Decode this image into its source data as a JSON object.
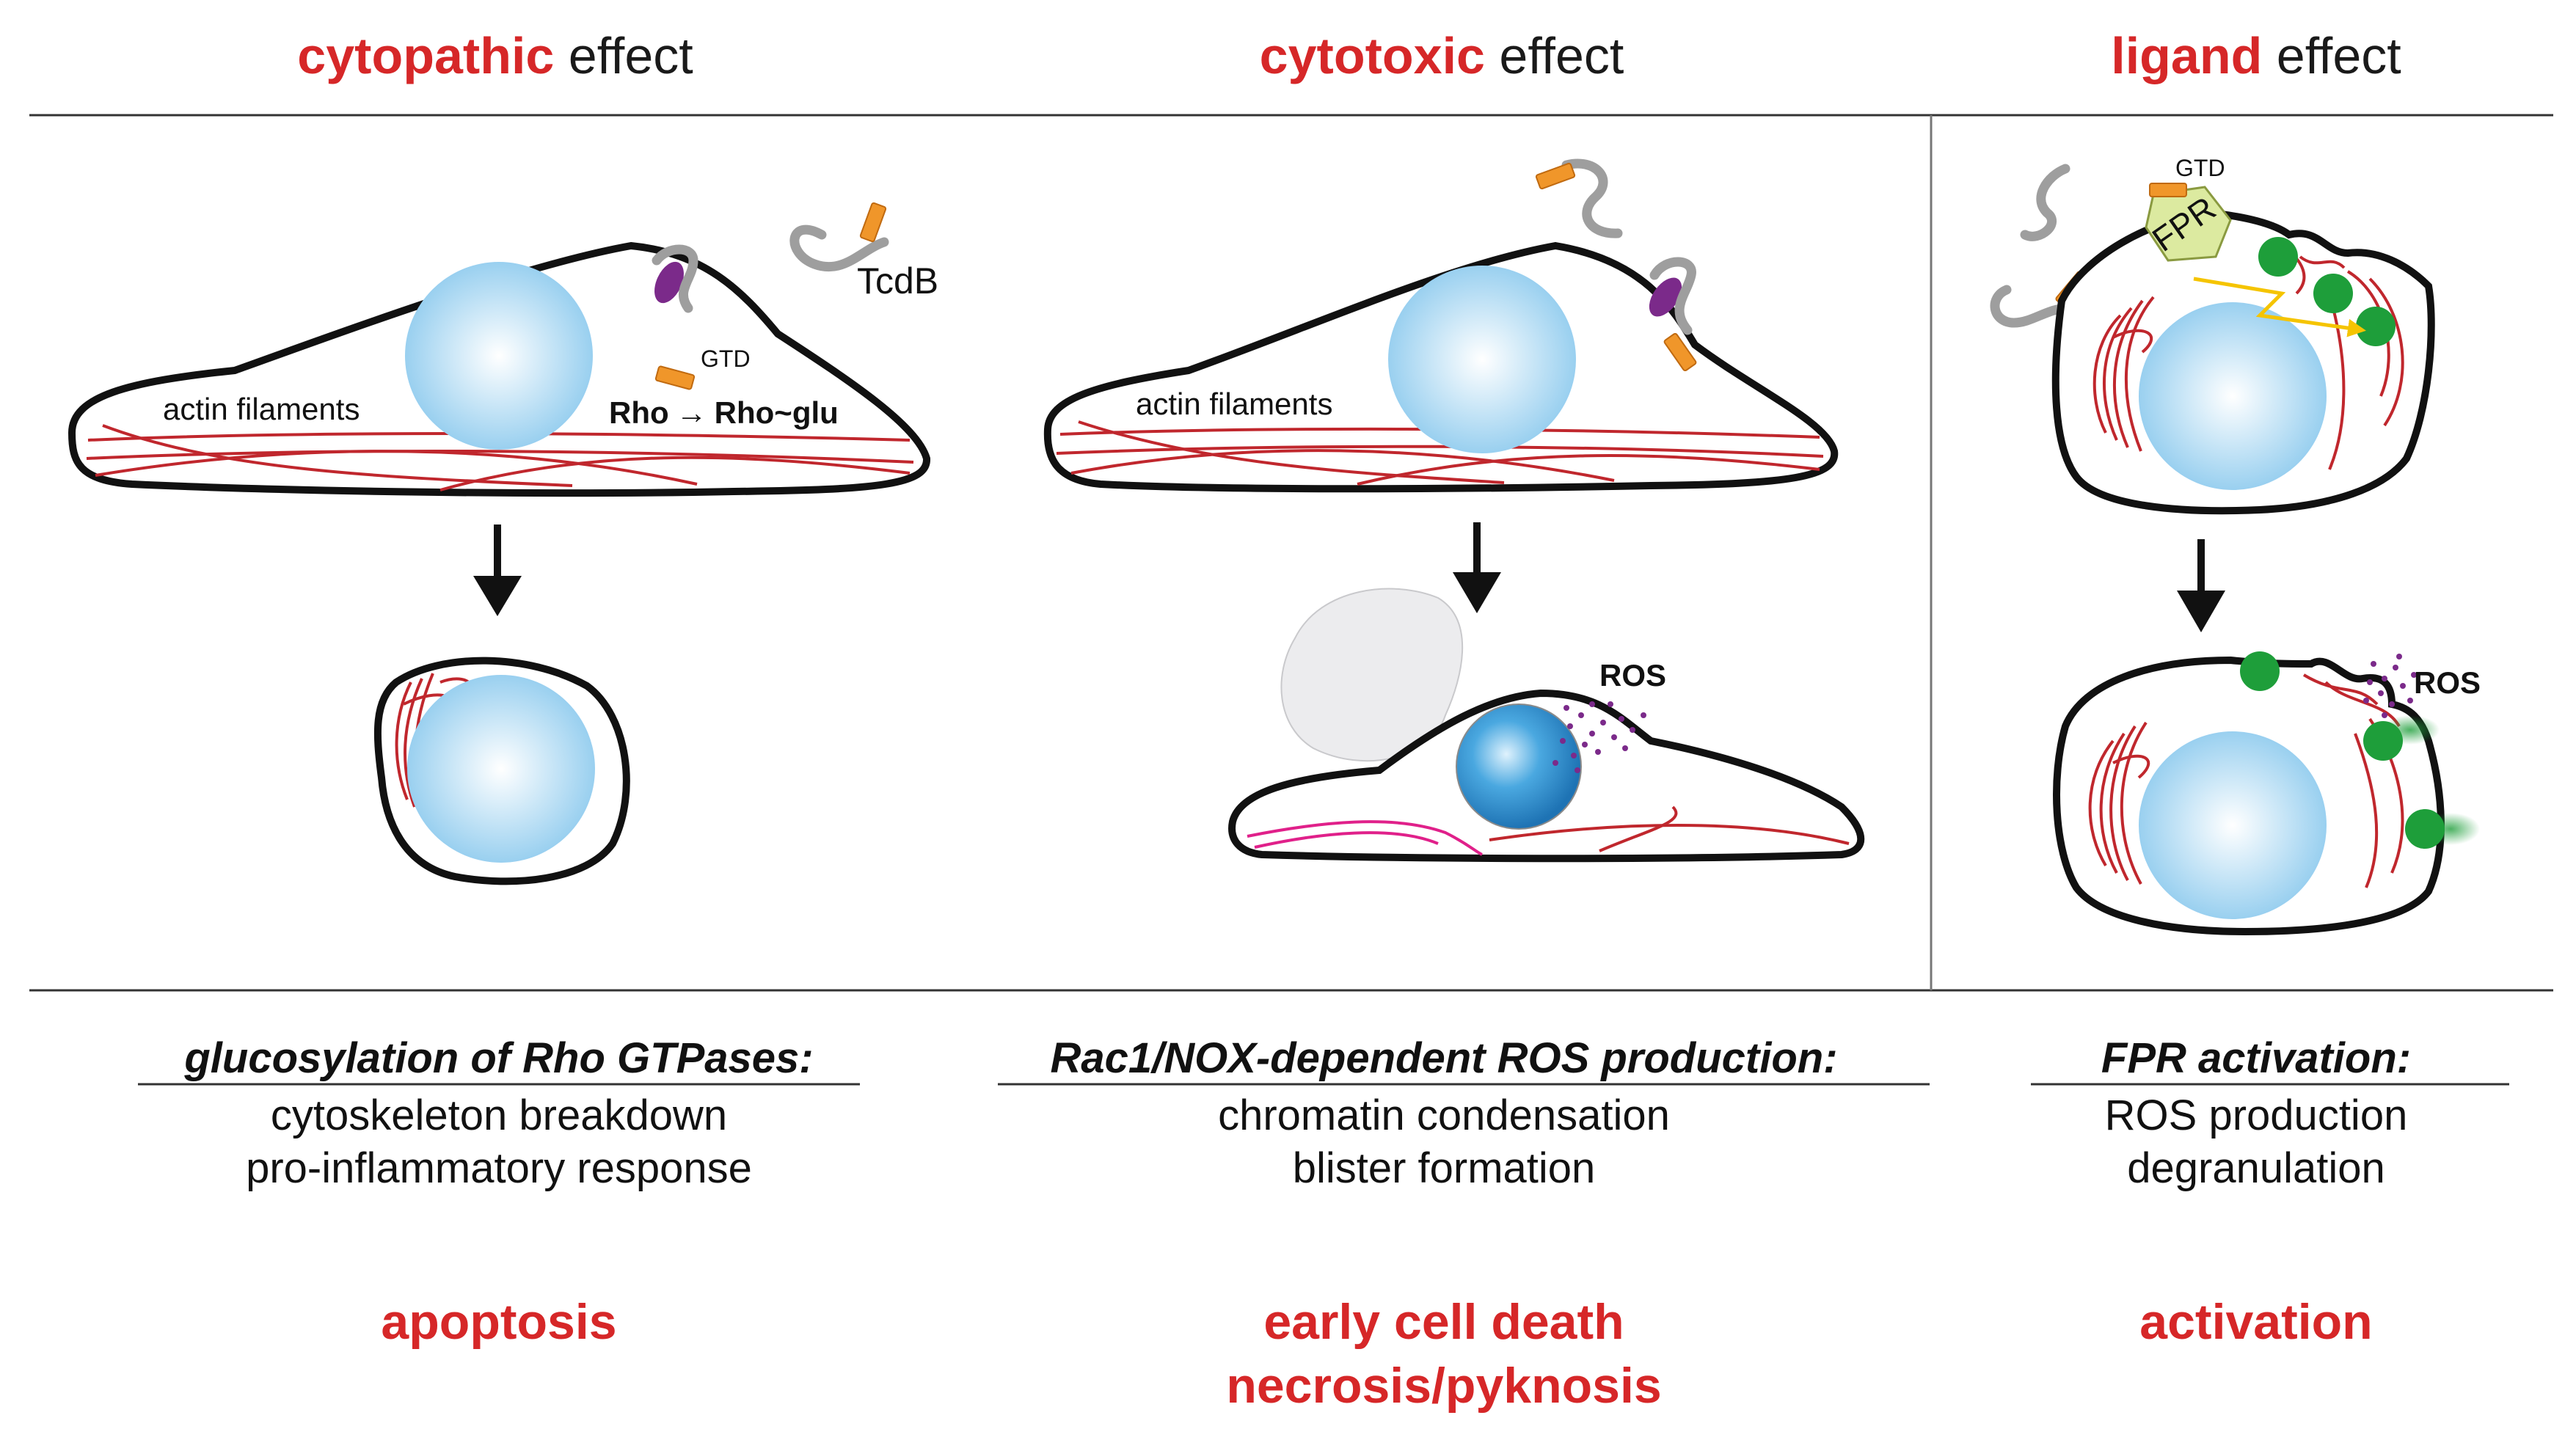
{
  "headers": {
    "cytopathic": {
      "emph": "cytopathic",
      "rest": " effect"
    },
    "cytotoxic": {
      "emph": "cytotoxic",
      "rest": " effect"
    },
    "ligand": {
      "emph": "ligand",
      "rest": " effect"
    }
  },
  "labels": {
    "actin_filaments": "actin filaments",
    "tcdb": "TcdB",
    "gtd": "GTD",
    "rho_from": "Rho",
    "rho_arrow": "→",
    "rho_to": "Rho~glu",
    "ros": "ROS",
    "fpr": "FPR"
  },
  "mechanisms": [
    {
      "title": "glucosylation of Rho GTPases:",
      "lines": [
        "cytoskeleton breakdown",
        "pro-inflammatory response"
      ],
      "outcome": [
        "apoptosis"
      ]
    },
    {
      "title": "Rac1/NOX-dependent ROS production:",
      "lines": [
        "chromatin condensation",
        "blister formation"
      ],
      "outcome": [
        "early cell death",
        "necrosis/pyknosis"
      ]
    },
    {
      "title": "FPR activation:",
      "lines": [
        "ROS production",
        "degranulation"
      ],
      "outcome": [
        "activation"
      ]
    }
  ],
  "colors": {
    "emphasis": "#d62728",
    "actin": "#c0272d",
    "nucleus": "#9fd3f0",
    "receptor": "#7b2a8a",
    "gtd": "#f0962a",
    "granule": "#1e9e3a",
    "fpr": "#dceaa0",
    "signal_arrow": "#f5c400"
  }
}
